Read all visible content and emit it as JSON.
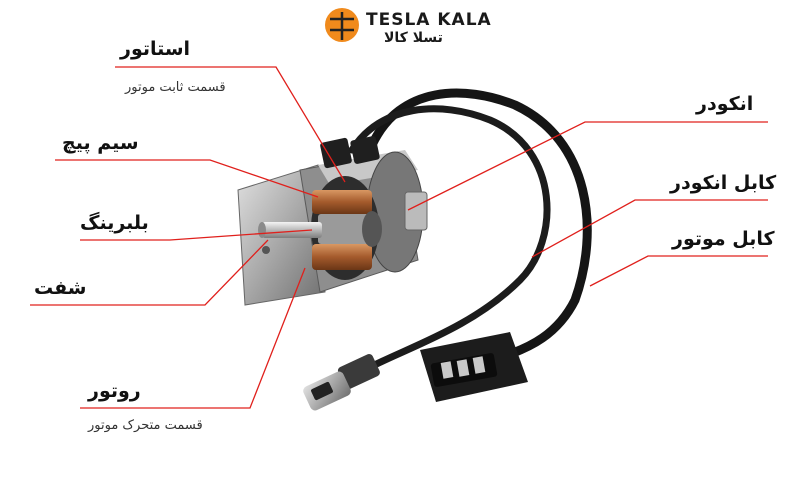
{
  "brand": {
    "name_en": "TESLA KALA",
    "name_fa": "تسلا کالا",
    "accent": "#f08a1c"
  },
  "labels": {
    "stator": "استاتور",
    "stator_sub": "قسمت ثابت موتور",
    "winding": "سیم پیچ",
    "bearing": "بلبرینگ",
    "shaft": "شفت",
    "rotor": "روتور",
    "rotor_sub": "قسمت متحرک موتور",
    "encoder": "انکودر",
    "encoder_cable": "کابل انکودر",
    "motor_cable": "کابل موتور"
  },
  "colors": {
    "leader_line": "#e0201c",
    "underline": "#e0201c"
  }
}
